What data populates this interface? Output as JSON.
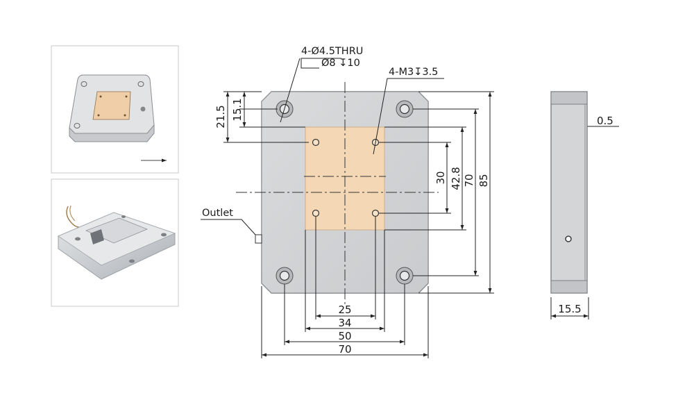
{
  "callouts": {
    "thru_holes_line1": "4-Ø4.5THRU",
    "thru_holes_line2": "Ø8 ↧10",
    "tapped_holes": "4-M3↧3.5",
    "outlet": "Outlet"
  },
  "dimensions": {
    "top_21_5": "21.5",
    "top_15_1": "15.1",
    "right_30": "30",
    "right_42_8": "42.8",
    "right_70": "70",
    "right_85": "85",
    "bottom_25": "25",
    "bottom_34": "34",
    "bottom_50": "50",
    "bottom_70": "70",
    "side_0_5": "0.5",
    "side_15_5": "15.5"
  },
  "colors": {
    "plate": "#cfd0d2",
    "plate_edge": "#a9aaad",
    "pad": "#f4d7b4",
    "side_body": "#d4d5d7"
  }
}
